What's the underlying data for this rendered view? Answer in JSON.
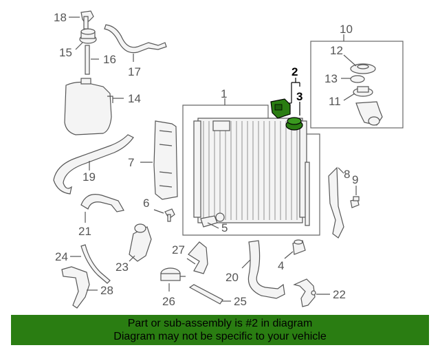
{
  "labels": {
    "p1": "1",
    "p2": "2",
    "p3": "3",
    "p4": "4",
    "p5": "5",
    "p6": "6",
    "p7": "7",
    "p8": "8",
    "p9": "9",
    "p10": "10",
    "p11": "11",
    "p12": "12",
    "p13": "13",
    "p14": "14",
    "p15": "15",
    "p16": "16",
    "p17": "17",
    "p18": "18",
    "p19": "19",
    "p20": "20",
    "p21": "21",
    "p22": "22",
    "p23": "23",
    "p24": "24",
    "p25": "25",
    "p26": "26",
    "p27": "27",
    "p28": "28"
  },
  "footer": {
    "line1": "Part or sub-assembly is #2 in diagram",
    "line2": "Diagram may not be specific to your vehicle"
  },
  "colors": {
    "highlight": "#2a7d12",
    "part_fill": "#f4f4f4",
    "outline": "#555555"
  }
}
